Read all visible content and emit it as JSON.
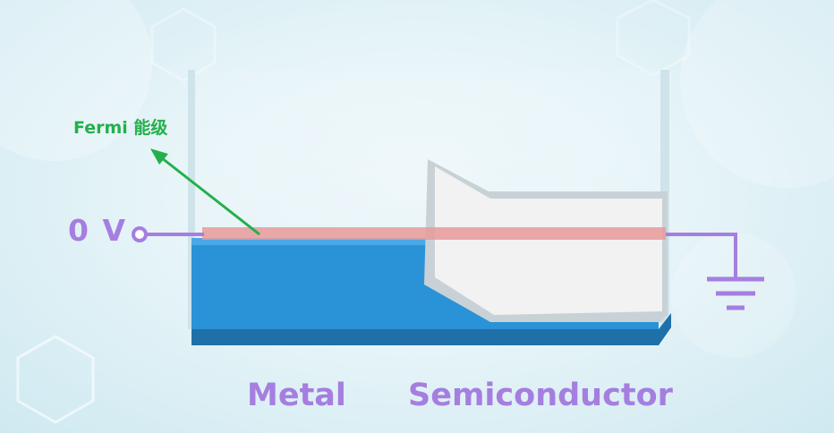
{
  "labels": {
    "fermi_level": "Fermi 能级",
    "voltage": "0 V",
    "metal": "Metal",
    "semiconductor": "Semiconductor"
  },
  "icons": {
    "ground": "ground-symbol-icon",
    "terminal": "open-circle-terminal-icon",
    "pointer": "green-arrow-icon"
  },
  "colors": {
    "metal_fill": "#2a93d8",
    "semiconductor_fill": "#f2f2f2",
    "fermi_band": "#e89a9a",
    "wire": "#a57ee0",
    "label_green": "#23b04a",
    "label_purple": "#a57ee0"
  }
}
